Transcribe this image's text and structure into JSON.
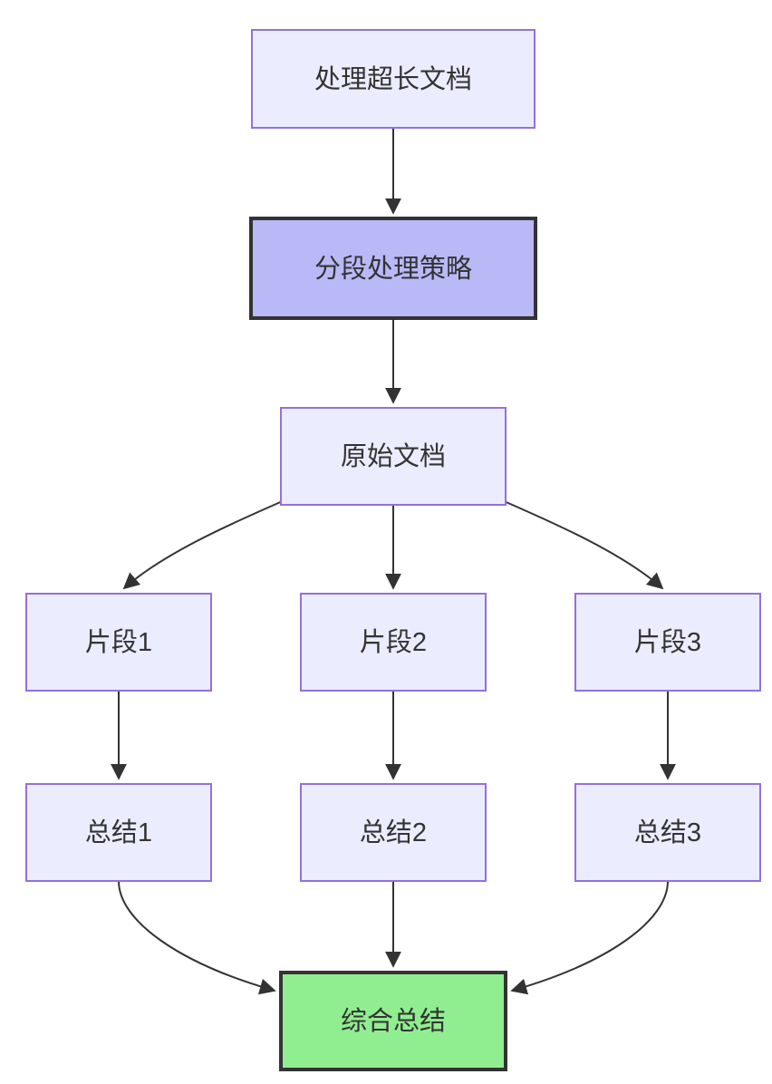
{
  "diagram": {
    "type": "flowchart",
    "direction": "top-down",
    "nodes": [
      {
        "id": "A",
        "label": "处理超长文档",
        "style": "default"
      },
      {
        "id": "B",
        "label": "分段处理策略",
        "style": "highlight"
      },
      {
        "id": "C",
        "label": "原始文档",
        "style": "default"
      },
      {
        "id": "D",
        "label": "片段1",
        "style": "default"
      },
      {
        "id": "E",
        "label": "片段2",
        "style": "default"
      },
      {
        "id": "F",
        "label": "片段3",
        "style": "default"
      },
      {
        "id": "G",
        "label": "总结1",
        "style": "default"
      },
      {
        "id": "H",
        "label": "总结2",
        "style": "default"
      },
      {
        "id": "I",
        "label": "总结3",
        "style": "default"
      },
      {
        "id": "J",
        "label": "综合总结",
        "style": "success"
      }
    ],
    "edges": [
      {
        "from": "处理超长文档",
        "to": "分段处理策略"
      },
      {
        "from": "分段处理策略",
        "to": "原始文档"
      },
      {
        "from": "原始文档",
        "to": "片段1"
      },
      {
        "from": "原始文档",
        "to": "片段2"
      },
      {
        "from": "原始文档",
        "to": "片段3"
      },
      {
        "from": "片段1",
        "to": "总结1"
      },
      {
        "from": "片段2",
        "to": "总结2"
      },
      {
        "from": "片段3",
        "to": "总结3"
      },
      {
        "from": "总结1",
        "to": "综合总结"
      },
      {
        "from": "总结2",
        "to": "综合总结"
      },
      {
        "from": "总结3",
        "to": "综合总结"
      }
    ],
    "colors": {
      "node_fill": "#ECECFF",
      "node_border": "#9370DB",
      "highlight_fill": "#B9B9F8",
      "success_fill": "#90EE90",
      "emphasis_border": "#333333",
      "edge_color": "#333333",
      "text_color": "#333333",
      "background": "#FFFFFF"
    }
  }
}
